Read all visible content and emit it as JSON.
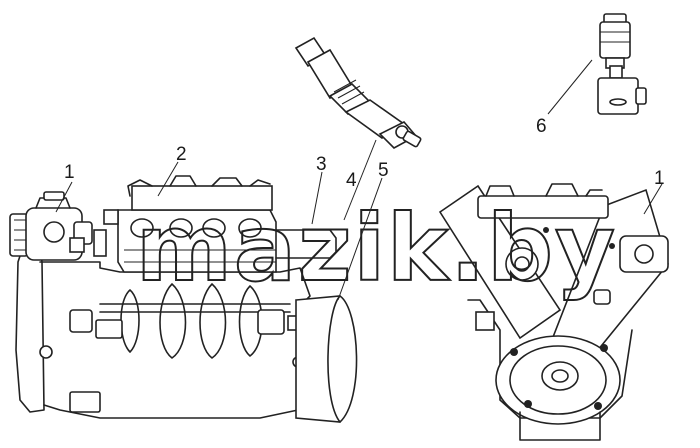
{
  "callouts": {
    "c1_left": "1",
    "c2": "2",
    "c3": "3",
    "c4": "4",
    "c5": "5",
    "c6": "6",
    "c1_right": "1"
  },
  "watermark": "mazik.by"
}
